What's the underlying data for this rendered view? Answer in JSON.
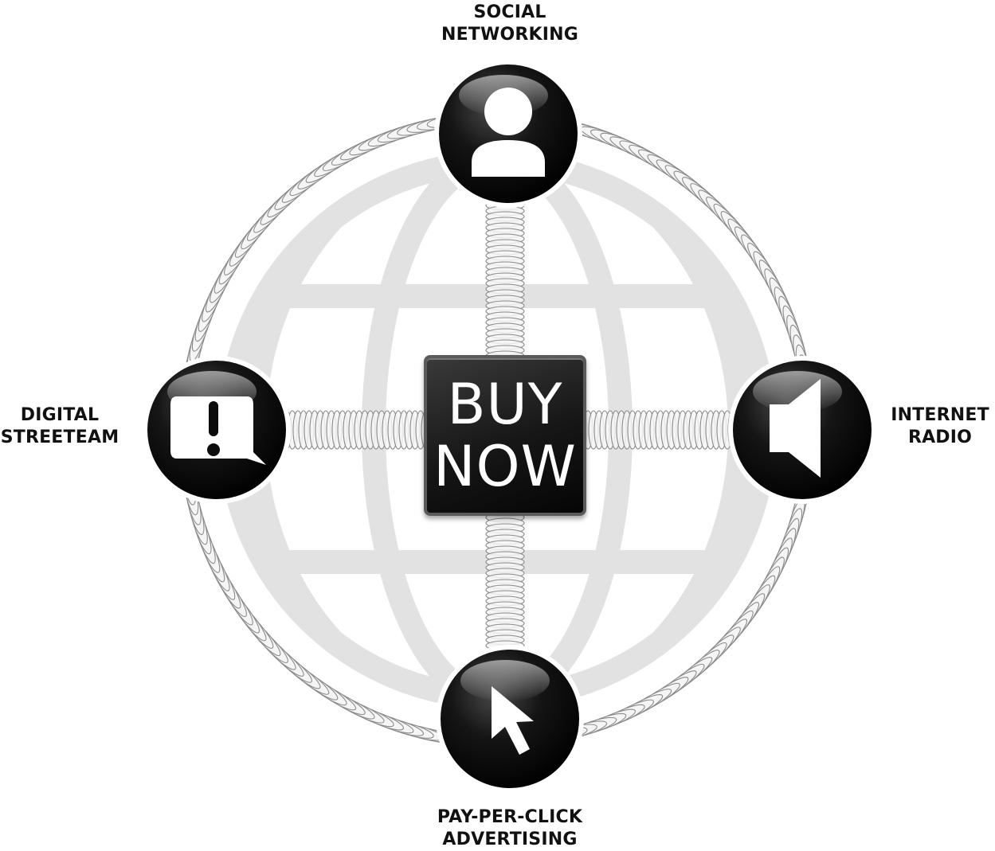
{
  "nodes": {
    "social": {
      "line1": "SOCIAL",
      "line2": "NETWORKING",
      "icon": "person-icon"
    },
    "radio": {
      "line1": "INTERNET",
      "line2": "RADIO",
      "icon": "speaker-icon"
    },
    "street": {
      "line1": "DIGITAL",
      "line2": "STREETEAM",
      "icon": "exclamation-speech-bubble-icon"
    },
    "ppc": {
      "line1": "PAY-PER-CLICK",
      "line2": "ADVERTISING",
      "icon": "cursor-arrow-icon"
    }
  },
  "center": {
    "line1": "BUY",
    "line2": "NOW"
  },
  "colors": {
    "globe": "#e2e2e2",
    "node_fill": "#0c0c0c",
    "coil": "#8a8a8a",
    "text": "#111111"
  }
}
